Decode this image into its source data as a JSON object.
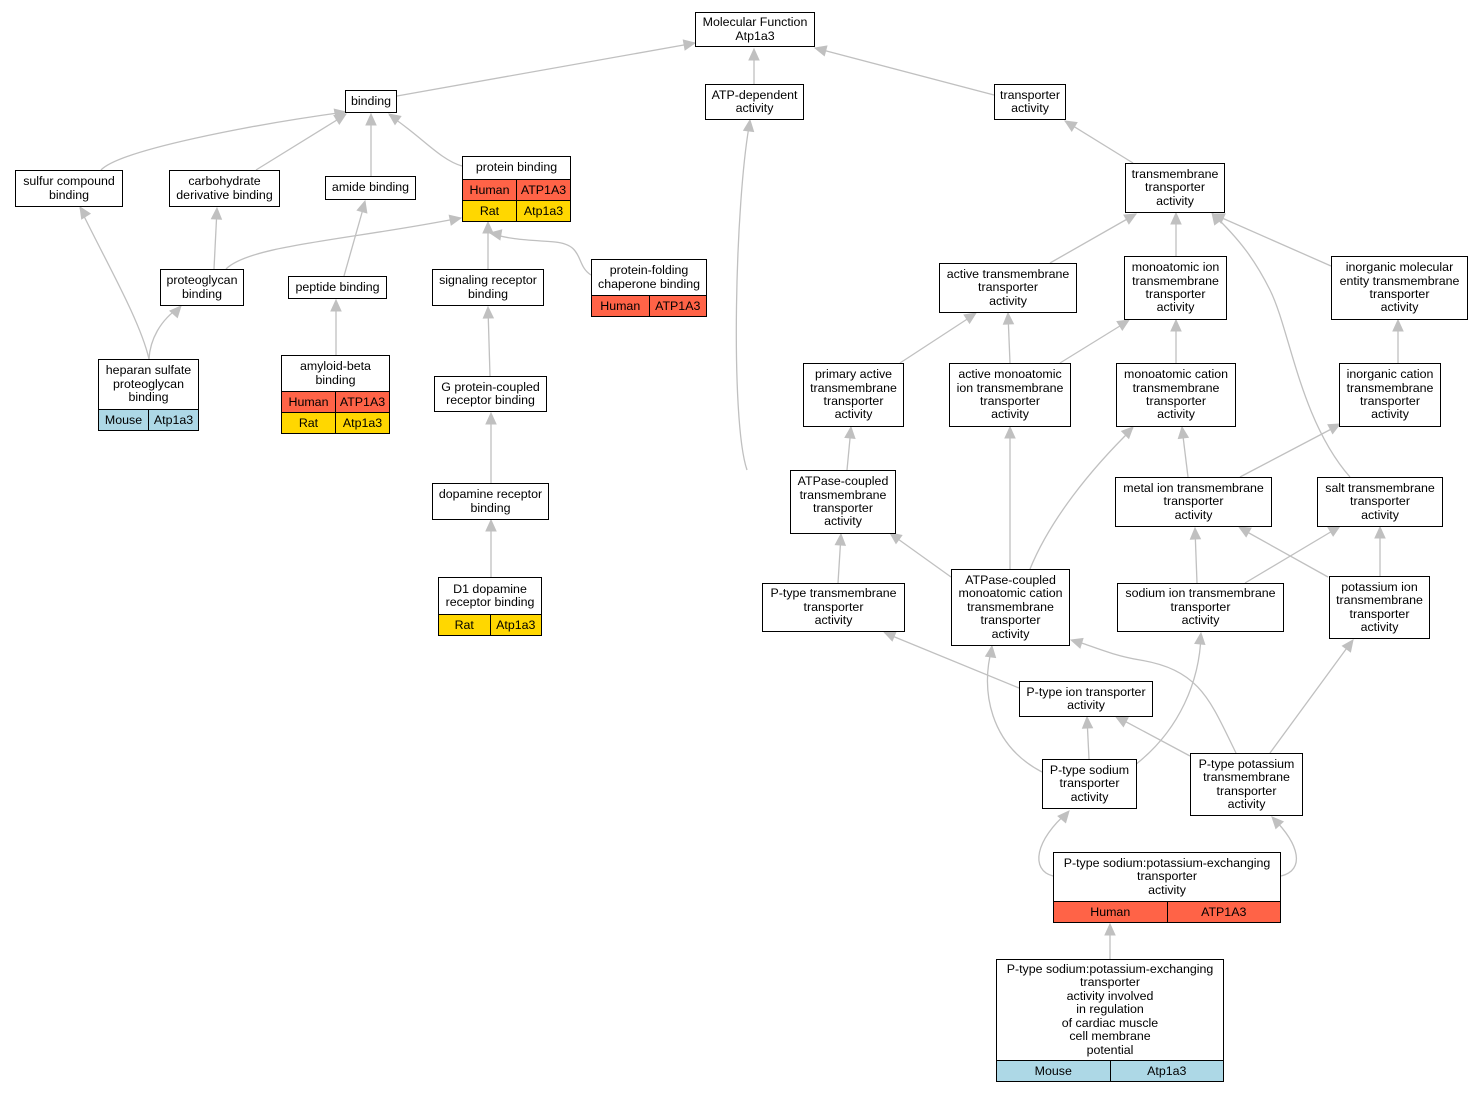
{
  "colors": {
    "edge": "#c0c0c0",
    "border": "#000000",
    "Human": "#ff6347",
    "Rat": "#ffd700",
    "Mouse": "#add8e6"
  },
  "nodes": [
    {
      "id": "mf",
      "lines": [
        "Molecular Function",
        "Atp1a3"
      ],
      "orthologs": []
    },
    {
      "id": "binding",
      "lines": [
        "binding"
      ],
      "orthologs": []
    },
    {
      "id": "atpdep",
      "lines": [
        "ATP-dependent",
        "activity"
      ],
      "orthologs": []
    },
    {
      "id": "transporter",
      "lines": [
        "transporter",
        "activity"
      ],
      "orthologs": []
    },
    {
      "id": "sulfur",
      "lines": [
        "sulfur compound",
        "binding"
      ],
      "orthologs": []
    },
    {
      "id": "carb",
      "lines": [
        "carbohydrate",
        "derivative binding"
      ],
      "orthologs": []
    },
    {
      "id": "amide",
      "lines": [
        "amide binding"
      ],
      "orthologs": []
    },
    {
      "id": "protein",
      "lines": [
        "protein binding"
      ],
      "orthologs": [
        [
          "Human",
          "ATP1A3"
        ],
        [
          "Rat",
          "Atp1a3"
        ]
      ]
    },
    {
      "id": "tmt",
      "lines": [
        "transmembrane",
        "transporter",
        "activity"
      ],
      "orthologs": []
    },
    {
      "id": "proteoglycan",
      "lines": [
        "proteoglycan",
        "binding"
      ],
      "orthologs": []
    },
    {
      "id": "peptide",
      "lines": [
        "peptide binding"
      ],
      "orthologs": []
    },
    {
      "id": "sigrec",
      "lines": [
        "signaling receptor",
        "binding"
      ],
      "orthologs": []
    },
    {
      "id": "chaperone",
      "lines": [
        "protein-folding",
        "chaperone binding"
      ],
      "orthologs": [
        [
          "Human",
          "ATP1A3"
        ]
      ]
    },
    {
      "id": "activetmt",
      "lines": [
        "active transmembrane",
        "transporter",
        "activity"
      ],
      "orthologs": []
    },
    {
      "id": "monoion",
      "lines": [
        "monoatomic ion",
        "transmembrane",
        "transporter",
        "activity"
      ],
      "orthologs": []
    },
    {
      "id": "inorgmol",
      "lines": [
        "inorganic molecular",
        "entity transmembrane",
        "transporter",
        "activity"
      ],
      "orthologs": []
    },
    {
      "id": "heparan",
      "lines": [
        "heparan sulfate",
        "proteoglycan",
        "binding"
      ],
      "orthologs": [
        [
          "Mouse",
          "Atp1a3"
        ]
      ]
    },
    {
      "id": "amyloid",
      "lines": [
        "amyloid-beta",
        "binding"
      ],
      "orthologs": [
        [
          "Human",
          "ATP1A3"
        ],
        [
          "Rat",
          "Atp1a3"
        ]
      ]
    },
    {
      "id": "gpcr",
      "lines": [
        "G protein-coupled",
        "receptor binding"
      ],
      "orthologs": []
    },
    {
      "id": "primary",
      "lines": [
        "primary active",
        "transmembrane",
        "transporter",
        "activity"
      ],
      "orthologs": []
    },
    {
      "id": "activemono",
      "lines": [
        "active monoatomic",
        "ion transmembrane",
        "transporter",
        "activity"
      ],
      "orthologs": []
    },
    {
      "id": "monocation",
      "lines": [
        "monoatomic cation",
        "transmembrane",
        "transporter",
        "activity"
      ],
      "orthologs": []
    },
    {
      "id": "inorgcation",
      "lines": [
        "inorganic cation",
        "transmembrane",
        "transporter",
        "activity"
      ],
      "orthologs": []
    },
    {
      "id": "dopamine",
      "lines": [
        "dopamine receptor",
        "binding"
      ],
      "orthologs": []
    },
    {
      "id": "atpase",
      "lines": [
        "ATPase-coupled",
        "transmembrane",
        "transporter",
        "activity"
      ],
      "orthologs": []
    },
    {
      "id": "metal",
      "lines": [
        "metal ion transmembrane",
        "transporter",
        "activity"
      ],
      "orthologs": []
    },
    {
      "id": "salt",
      "lines": [
        "salt transmembrane",
        "transporter",
        "activity"
      ],
      "orthologs": []
    },
    {
      "id": "d1",
      "lines": [
        "D1 dopamine",
        "receptor binding"
      ],
      "orthologs": [
        [
          "Rat",
          "Atp1a3"
        ]
      ]
    },
    {
      "id": "ptypetm",
      "lines": [
        "P-type transmembrane",
        "transporter",
        "activity"
      ],
      "orthologs": []
    },
    {
      "id": "atpasemono",
      "lines": [
        "ATPase-coupled",
        "monoatomic cation",
        "transmembrane",
        "transporter",
        "activity"
      ],
      "orthologs": []
    },
    {
      "id": "sodium",
      "lines": [
        "sodium ion transmembrane",
        "transporter",
        "activity"
      ],
      "orthologs": []
    },
    {
      "id": "potassium",
      "lines": [
        "potassium ion",
        "transmembrane",
        "transporter",
        "activity"
      ],
      "orthologs": []
    },
    {
      "id": "ptypeion",
      "lines": [
        "P-type ion transporter",
        "activity"
      ],
      "orthologs": []
    },
    {
      "id": "ptypesodium",
      "lines": [
        "P-type sodium",
        "transporter",
        "activity"
      ],
      "orthologs": []
    },
    {
      "id": "ptypepot",
      "lines": [
        "P-type potassium",
        "transmembrane",
        "transporter",
        "activity"
      ],
      "orthologs": []
    },
    {
      "id": "nak",
      "lines": [
        "P-type sodium:potassium-exchanging",
        "transporter",
        "activity"
      ],
      "orthologs": [
        [
          "Human",
          "ATP1A3"
        ]
      ]
    },
    {
      "id": "nakcardiac",
      "lines": [
        "P-type sodium:potassium-exchanging",
        "transporter",
        "activity involved",
        "in regulation",
        "of cardiac muscle",
        "cell membrane",
        "potential"
      ],
      "orthologs": [
        [
          "Mouse",
          "Atp1a3"
        ]
      ]
    }
  ]
}
